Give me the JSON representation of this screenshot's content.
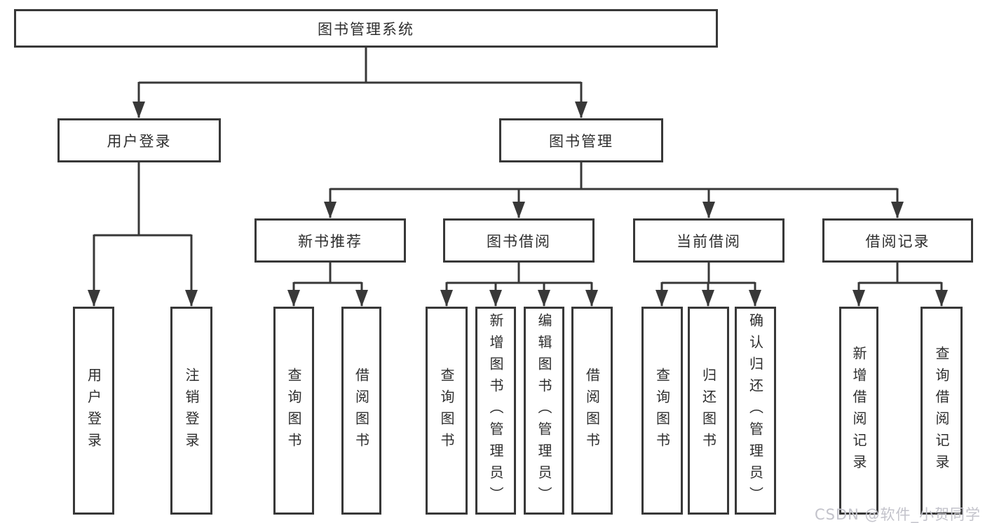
{
  "tree": {
    "root": "图书管理系统",
    "children": [
      {
        "label": "用户登录",
        "children": [
          "用户登录",
          "注销登录"
        ]
      },
      {
        "label": "图书管理",
        "children": [
          {
            "label": "新书推荐",
            "children": [
              "查询图书",
              "借阅图书"
            ]
          },
          {
            "label": "图书借阅",
            "children": [
              "查询图书",
              "新增图书（管理员）",
              "编辑图书（管理员）",
              "借阅图书"
            ]
          },
          {
            "label": "当前借阅",
            "children": [
              "查询图书",
              "归还图书",
              "确认归还（管理员）"
            ]
          },
          {
            "label": "借阅记录",
            "children": [
              "新增借阅记录",
              "查询借阅记录"
            ]
          }
        ]
      }
    ]
  },
  "watermark": "CSDN @软件_小贺同学",
  "colors": {
    "line": "#383838",
    "text": "#2e2e2e",
    "watermark": "#c3c3cb",
    "background": "#ffffff"
  }
}
